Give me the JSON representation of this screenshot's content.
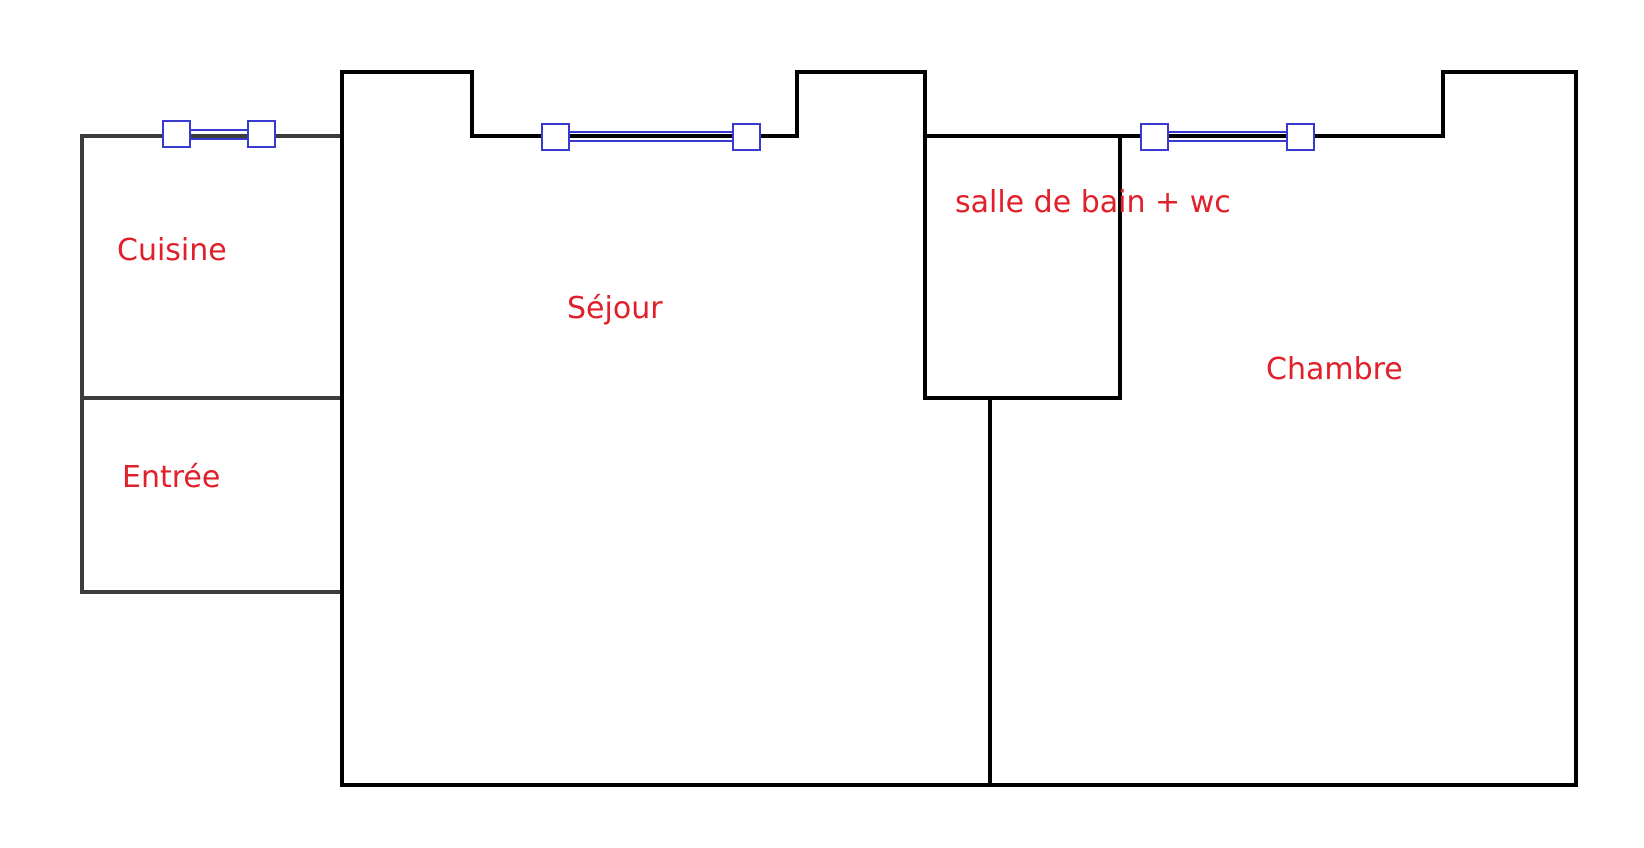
{
  "colors": {
    "wall": "#000000",
    "wall_secondary": "#3c3c3c",
    "window": "#3a3ad0",
    "label": "#e0202a",
    "background": "#ffffff"
  },
  "rooms": {
    "cuisine": "Cuisine",
    "entree": "Entrée",
    "sejour": "Séjour",
    "salle_de_bain": "salle de bain + wc",
    "chambre": "Chambre"
  }
}
